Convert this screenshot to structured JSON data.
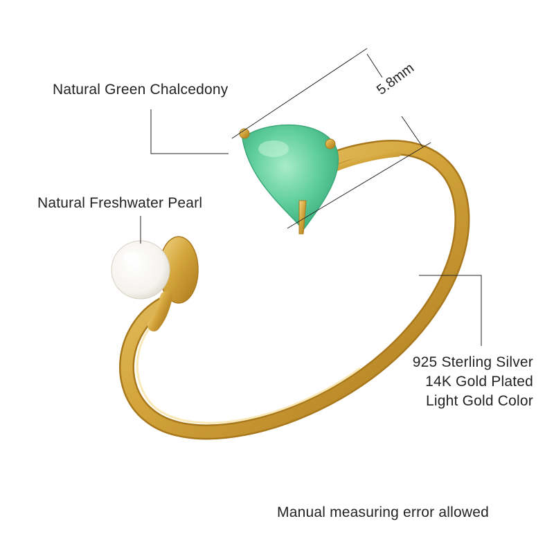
{
  "labels": {
    "chalcedony": "Natural Green Chalcedony",
    "pearl": "Natural Freshwater Pearl",
    "material": [
      "925 Sterling Silver",
      "14K Gold Plated",
      "Light Gold Color"
    ],
    "dimension": "5.8mm",
    "note": "Manual measuring error allowed"
  },
  "colors": {
    "gold": "#d4a63c",
    "gold_dark": "#a9781c",
    "gold_light": "#f3d889",
    "stone": "#5fce9c",
    "stone_light": "#a8ecc8",
    "pearl": "#f5f3ee",
    "line": "#222222"
  }
}
